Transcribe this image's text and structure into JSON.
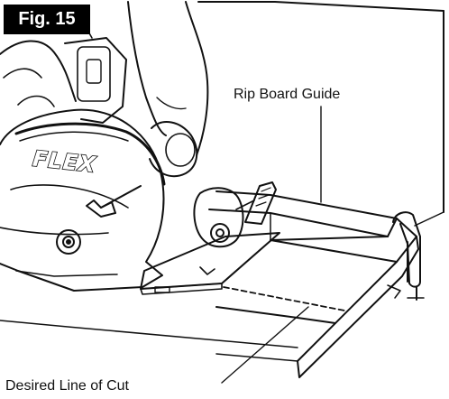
{
  "figure": {
    "label": "Fig. 15"
  },
  "callouts": {
    "rip_board_guide": "Rip Board Guide",
    "desired_line_of_cut": "Desired Line of Cut"
  },
  "saw": {
    "brand_text": "FLEX"
  },
  "colors": {
    "ink": "#111111",
    "badge_bg": "#000000",
    "badge_text": "#ffffff",
    "paper": "#ffffff"
  }
}
